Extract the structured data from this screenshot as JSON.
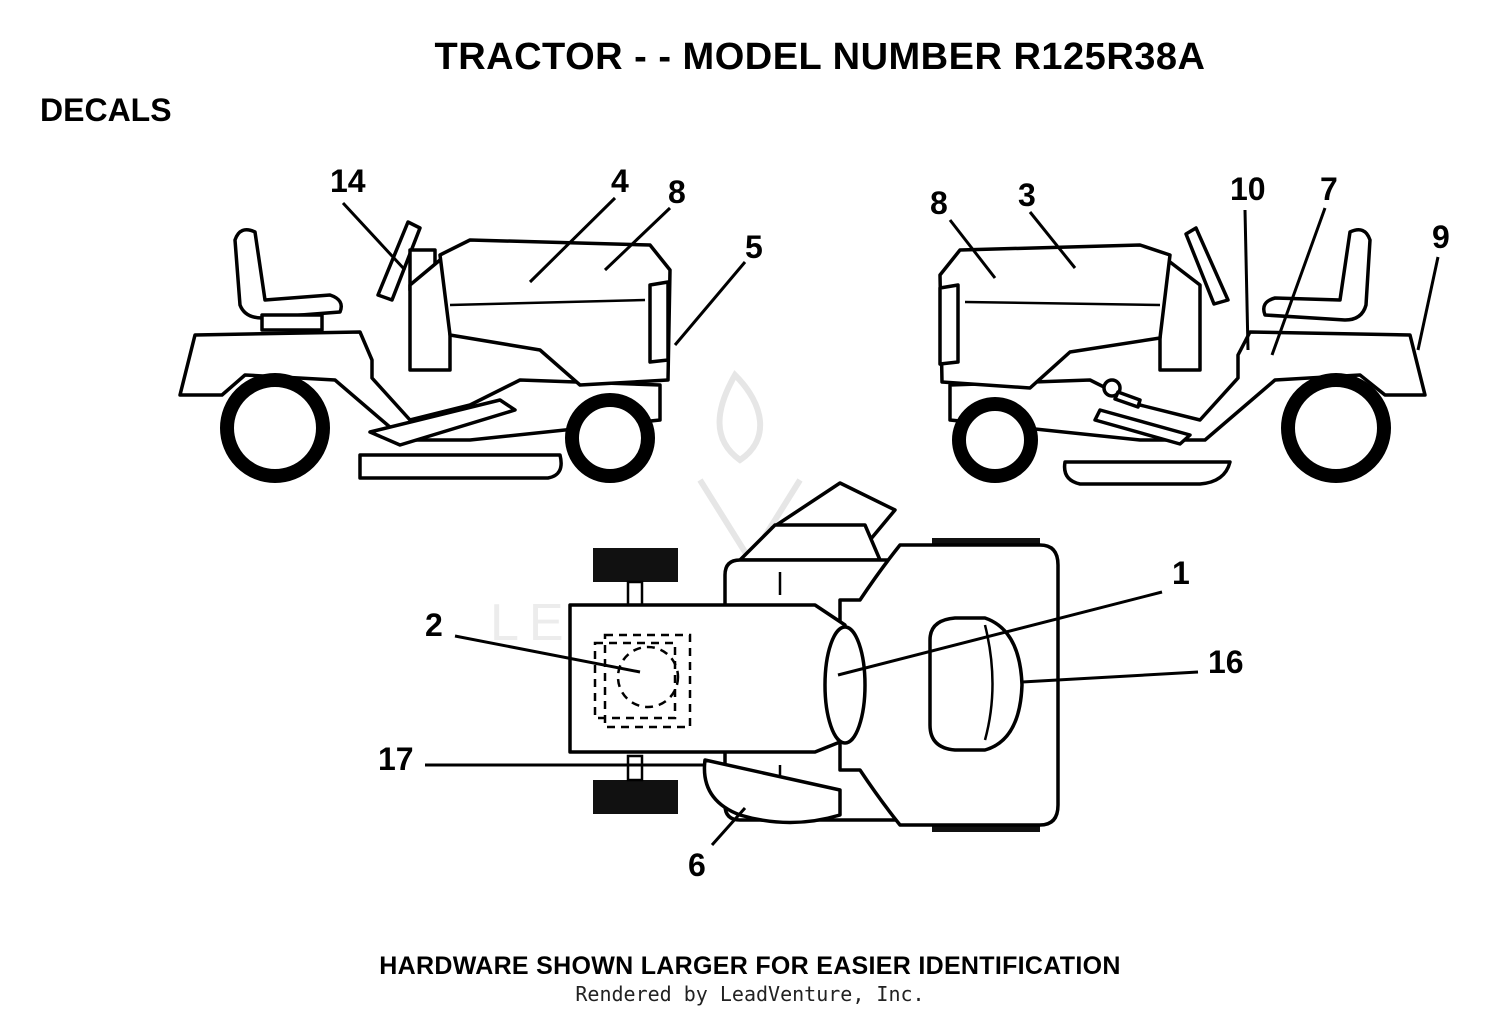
{
  "header": {
    "title": "TRACTOR - - MODEL NUMBER R125R38A",
    "section": "DECALS"
  },
  "callouts": {
    "c14": "14",
    "c4": "4",
    "c8a": "8",
    "c5": "5",
    "c8b": "8",
    "c3": "3",
    "c10": "10",
    "c7": "7",
    "c9": "9",
    "c1": "1",
    "c2": "2",
    "c16": "16",
    "c17": "17",
    "c6": "6"
  },
  "watermark": {
    "text": "LEADVENTURE"
  },
  "footer": {
    "note": "HARDWARE SHOWN LARGER FOR EASIER IDENTIFICATION",
    "credit": "Rendered by LeadVenture, Inc."
  }
}
